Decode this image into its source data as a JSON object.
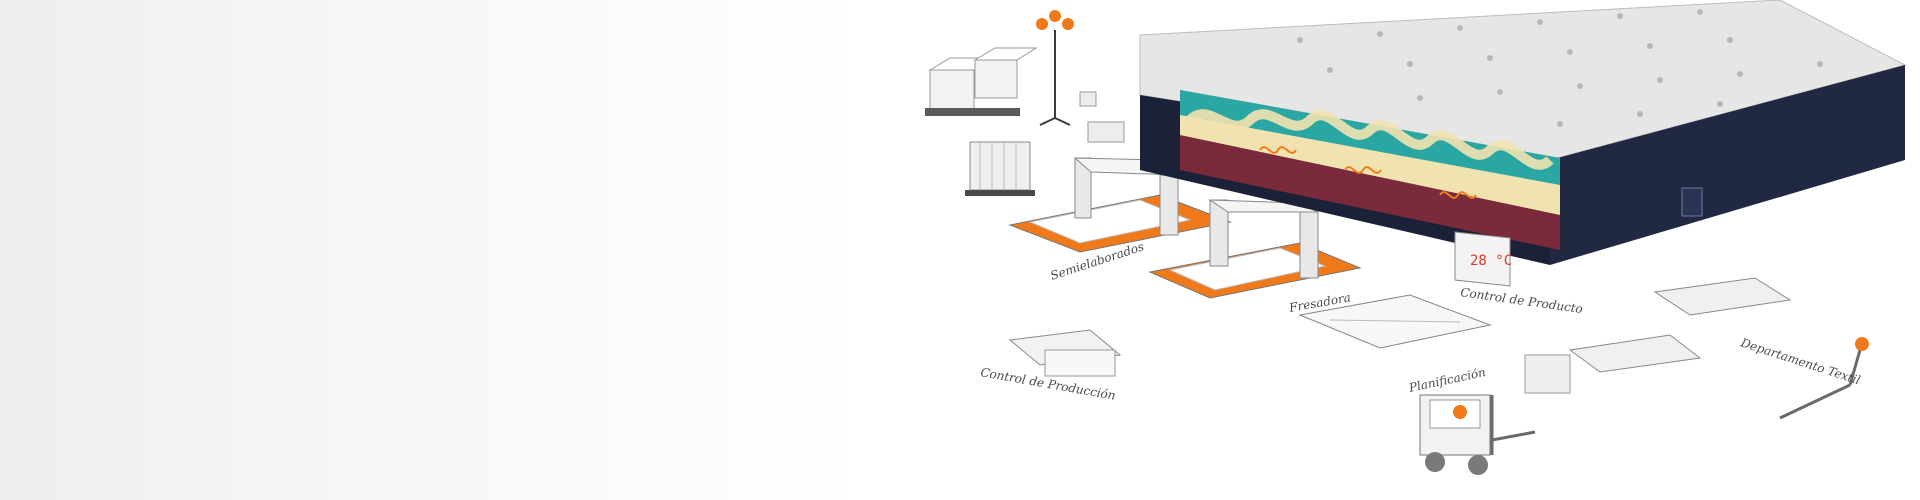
{
  "hero": {
    "labels": {
      "semielaborados": "Semielaborados",
      "fresadora": "Fresadora",
      "control_producto": "Control de Producto",
      "control_produccion": "Control de Producción",
      "planificacion": "Planificación",
      "departamento_textil": "Departamento Textil"
    },
    "display_readout": "28 °C",
    "icons": {
      "mattress": "mattress-cutaway-icon",
      "forklift": "forklift-icon",
      "lamp": "light-stand-icon",
      "pallet_jack": "pallet-jack-icon",
      "boxes": "boxes-icon"
    },
    "colors": {
      "mattress_top": "#e6e6e6",
      "mattress_side": "#1b2238",
      "foam_teal": "#2aa7a3",
      "foam_cream": "#f1e3b0",
      "foam_maroon": "#7a2a3a",
      "machine_orange": "#f07a1a",
      "display_red": "#d43b2a"
    }
  }
}
